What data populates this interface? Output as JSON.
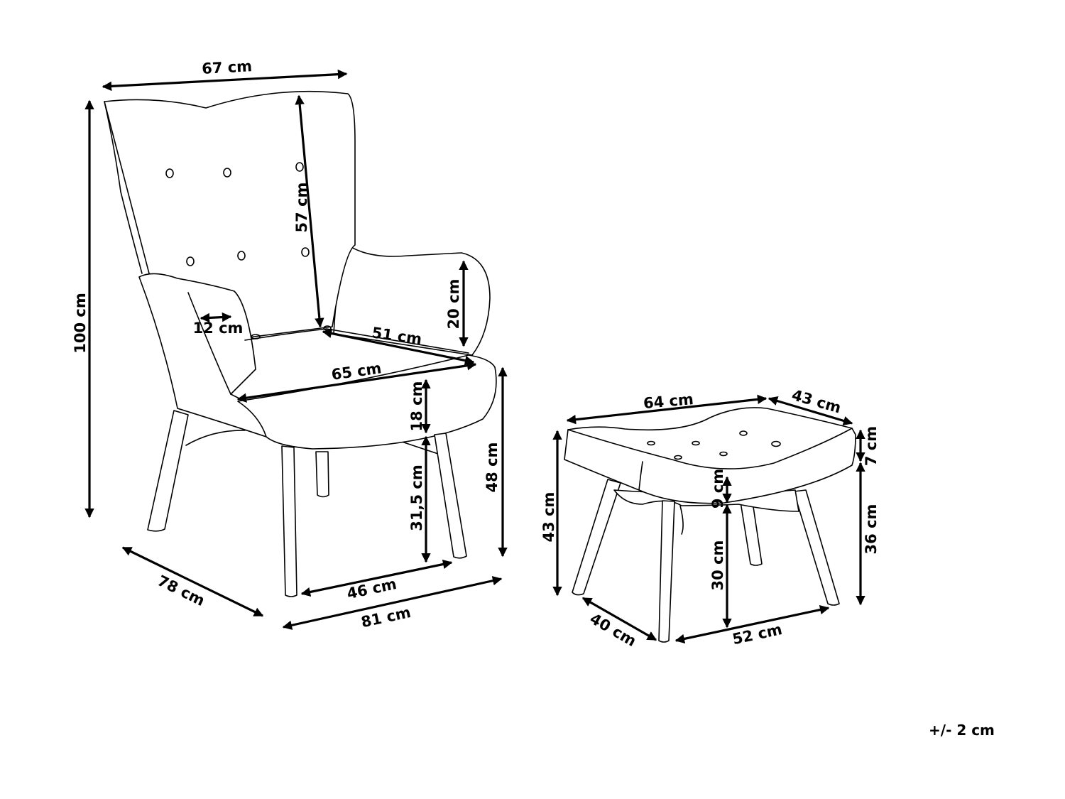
{
  "diagram": {
    "type": "product-dimension-drawing",
    "subjects": [
      "armchair",
      "footstool"
    ],
    "stroke_color": "#000000",
    "background": "#ffffff"
  },
  "armchair": {
    "dimensions": {
      "overall_width": "67 cm",
      "overall_height": "100 cm",
      "backrest_height": "57 cm",
      "armrest_height": "20 cm",
      "armrest_width": "12 cm",
      "seat_depth": "51 cm",
      "seat_width": "65 cm",
      "seat_cushion_thickness": "18 cm",
      "leg_height": "31,5 cm",
      "seat_height": "48 cm",
      "overall_depth": "78 cm",
      "leg_spread": "46 cm",
      "overall_footprint": "81 cm"
    }
  },
  "footstool": {
    "dimensions": {
      "width": "64 cm",
      "depth": "43 cm",
      "cushion_thickness": "7 cm",
      "height": "43 cm",
      "frame_height": "9 cm",
      "leg_height": "30 cm",
      "base_height": "36 cm",
      "leg_depth_spread": "40 cm",
      "leg_width_spread": "52 cm"
    }
  },
  "tolerance": "+/- 2 cm"
}
